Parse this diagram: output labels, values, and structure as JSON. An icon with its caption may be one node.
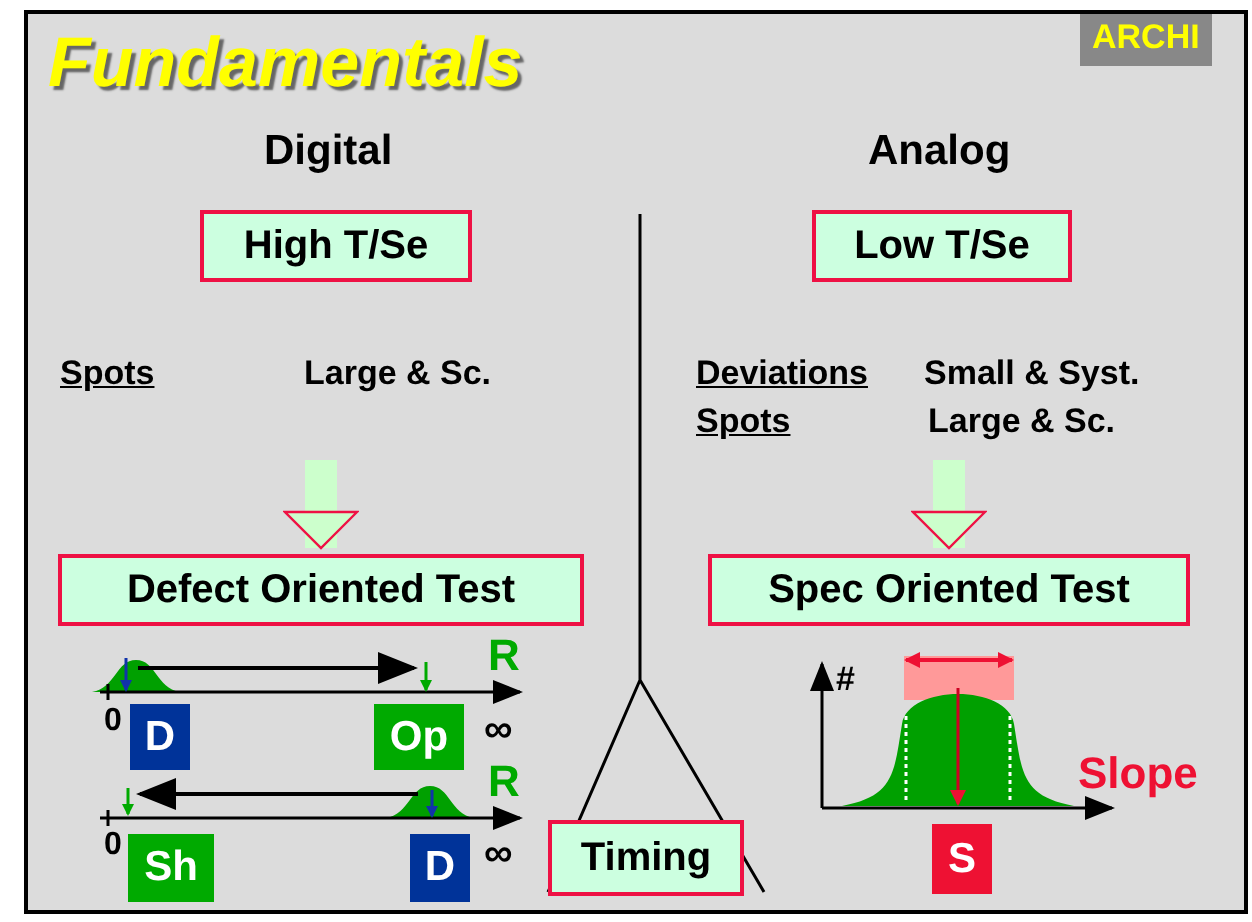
{
  "diagram": {
    "title": "Fundamentals",
    "nodes": [
      {
        "text": [
          "High T/Se"
        ]
      },
      {
        "text": [
          "Low T/Se"
        ]
      },
      {
        "text": [
          "Defect Oriented Test"
        ]
      },
      {
        "text": [
          "Spec Oriented Test"
        ]
      },
      {
        "text": [
          "Timing"
        ]
      },
      {
        "text": [
          "D"
        ]
      },
      {
        "text": [
          "Op"
        ]
      },
      {
        "text": [
          "Sh"
        ]
      },
      {
        "text": [
          "D"
        ]
      },
      {
        "text": [
          "S"
        ]
      }
    ],
    "edges": [
      {
        "from": null,
        "to": 2,
        "arrow": "to"
      },
      {
        "from": null,
        "to": 3,
        "arrow": "to"
      }
    ],
    "labels": [
      "ARCHI",
      "Digital",
      "Analog",
      "Spots",
      "Large & Sc.",
      "Deviations",
      "Small & Syst.",
      "Spots",
      "Large & Sc.",
      "R",
      "0",
      "∞",
      "R",
      "0",
      "∞",
      "#",
      "Slope"
    ]
  }
}
